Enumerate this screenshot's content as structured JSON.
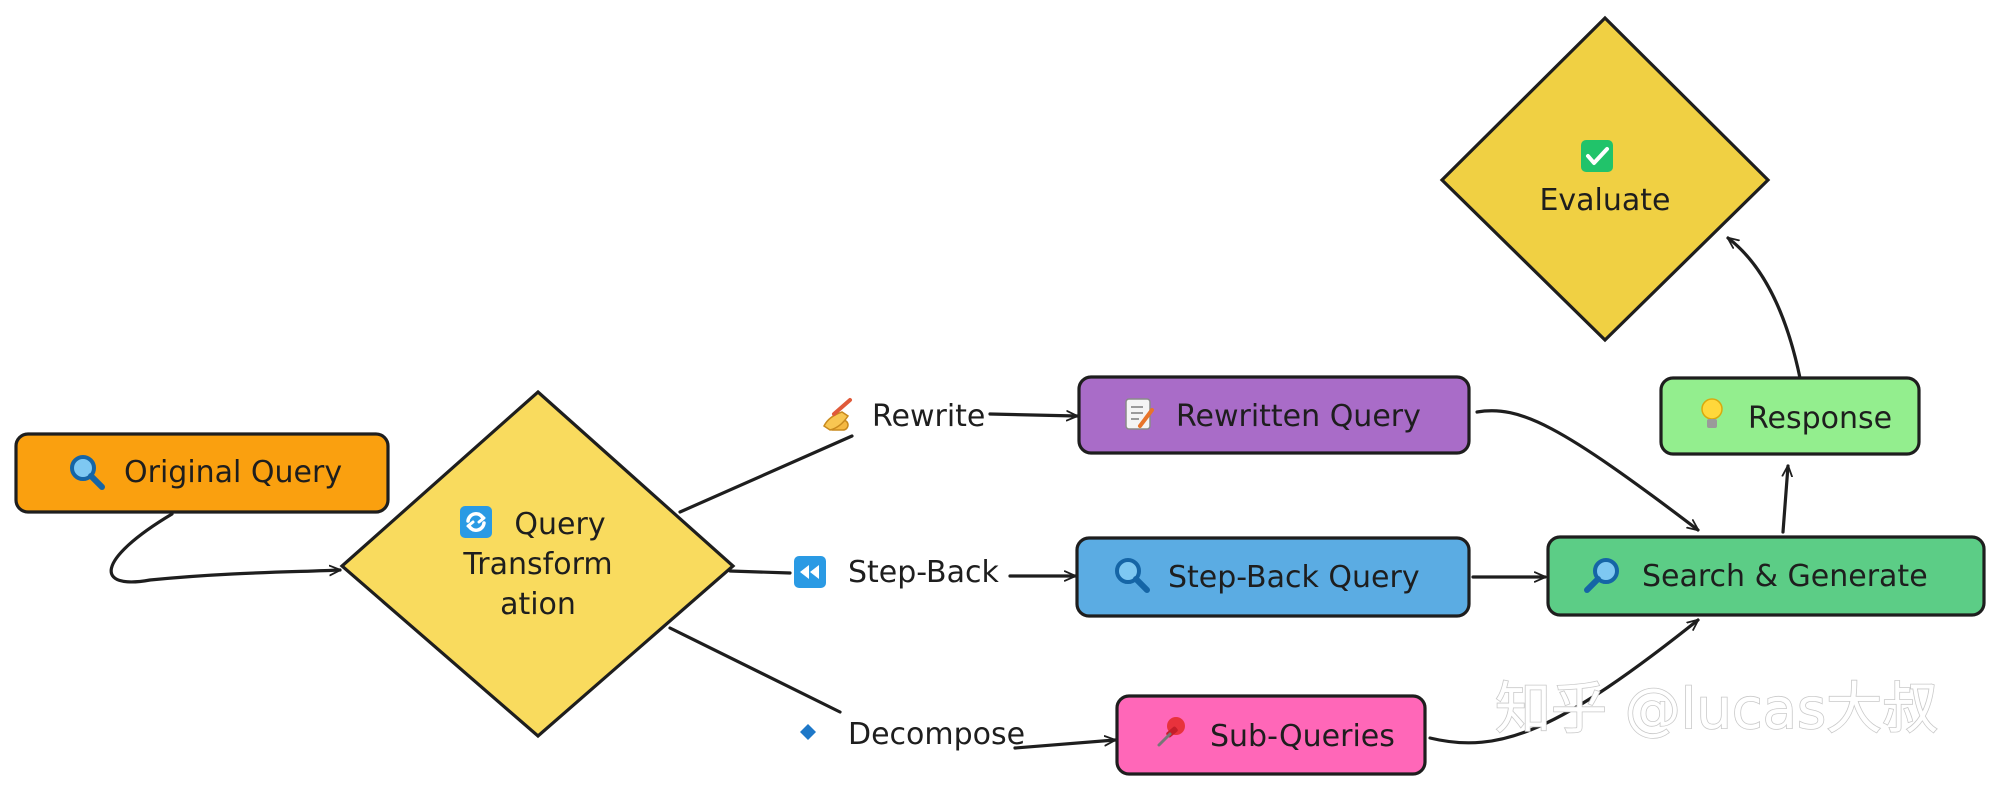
{
  "nodes": {
    "original_query": {
      "label": "Original Query",
      "icon": "magnifier-icon",
      "color": "#FAA00F"
    },
    "query_transformation": {
      "label_lines": [
        "Query",
        "Transform",
        "ation"
      ],
      "icon": "refresh-icon",
      "color": "#F9DB5E"
    },
    "rewritten_query": {
      "label": "Rewritten Query",
      "icon": "memo-icon",
      "color": "#A96CC8"
    },
    "step_back_query": {
      "label": "Step-Back Query",
      "icon": "magnifier-icon",
      "color": "#5BACE3"
    },
    "sub_queries": {
      "label": "Sub-Queries",
      "icon": "pushpin-icon",
      "color": "#FF67B8"
    },
    "search_generate": {
      "label": "Search & Generate",
      "icon": "magnifier-icon",
      "color": "#5CCD86"
    },
    "response": {
      "label": "Response",
      "icon": "lightbulb-icon",
      "color": "#93EE8E"
    },
    "evaluate": {
      "label": "Evaluate",
      "icon": "check-mark-icon",
      "color": "#F0D043"
    }
  },
  "edges": {
    "rewrite": {
      "label": "Rewrite",
      "icon": "writing-hand-icon"
    },
    "step_back": {
      "label": "Step-Back",
      "icon": "rewind-icon"
    },
    "decompose": {
      "label": "Decompose",
      "icon": "diamond-icon"
    }
  },
  "watermark": "知乎 @lucas大叔"
}
